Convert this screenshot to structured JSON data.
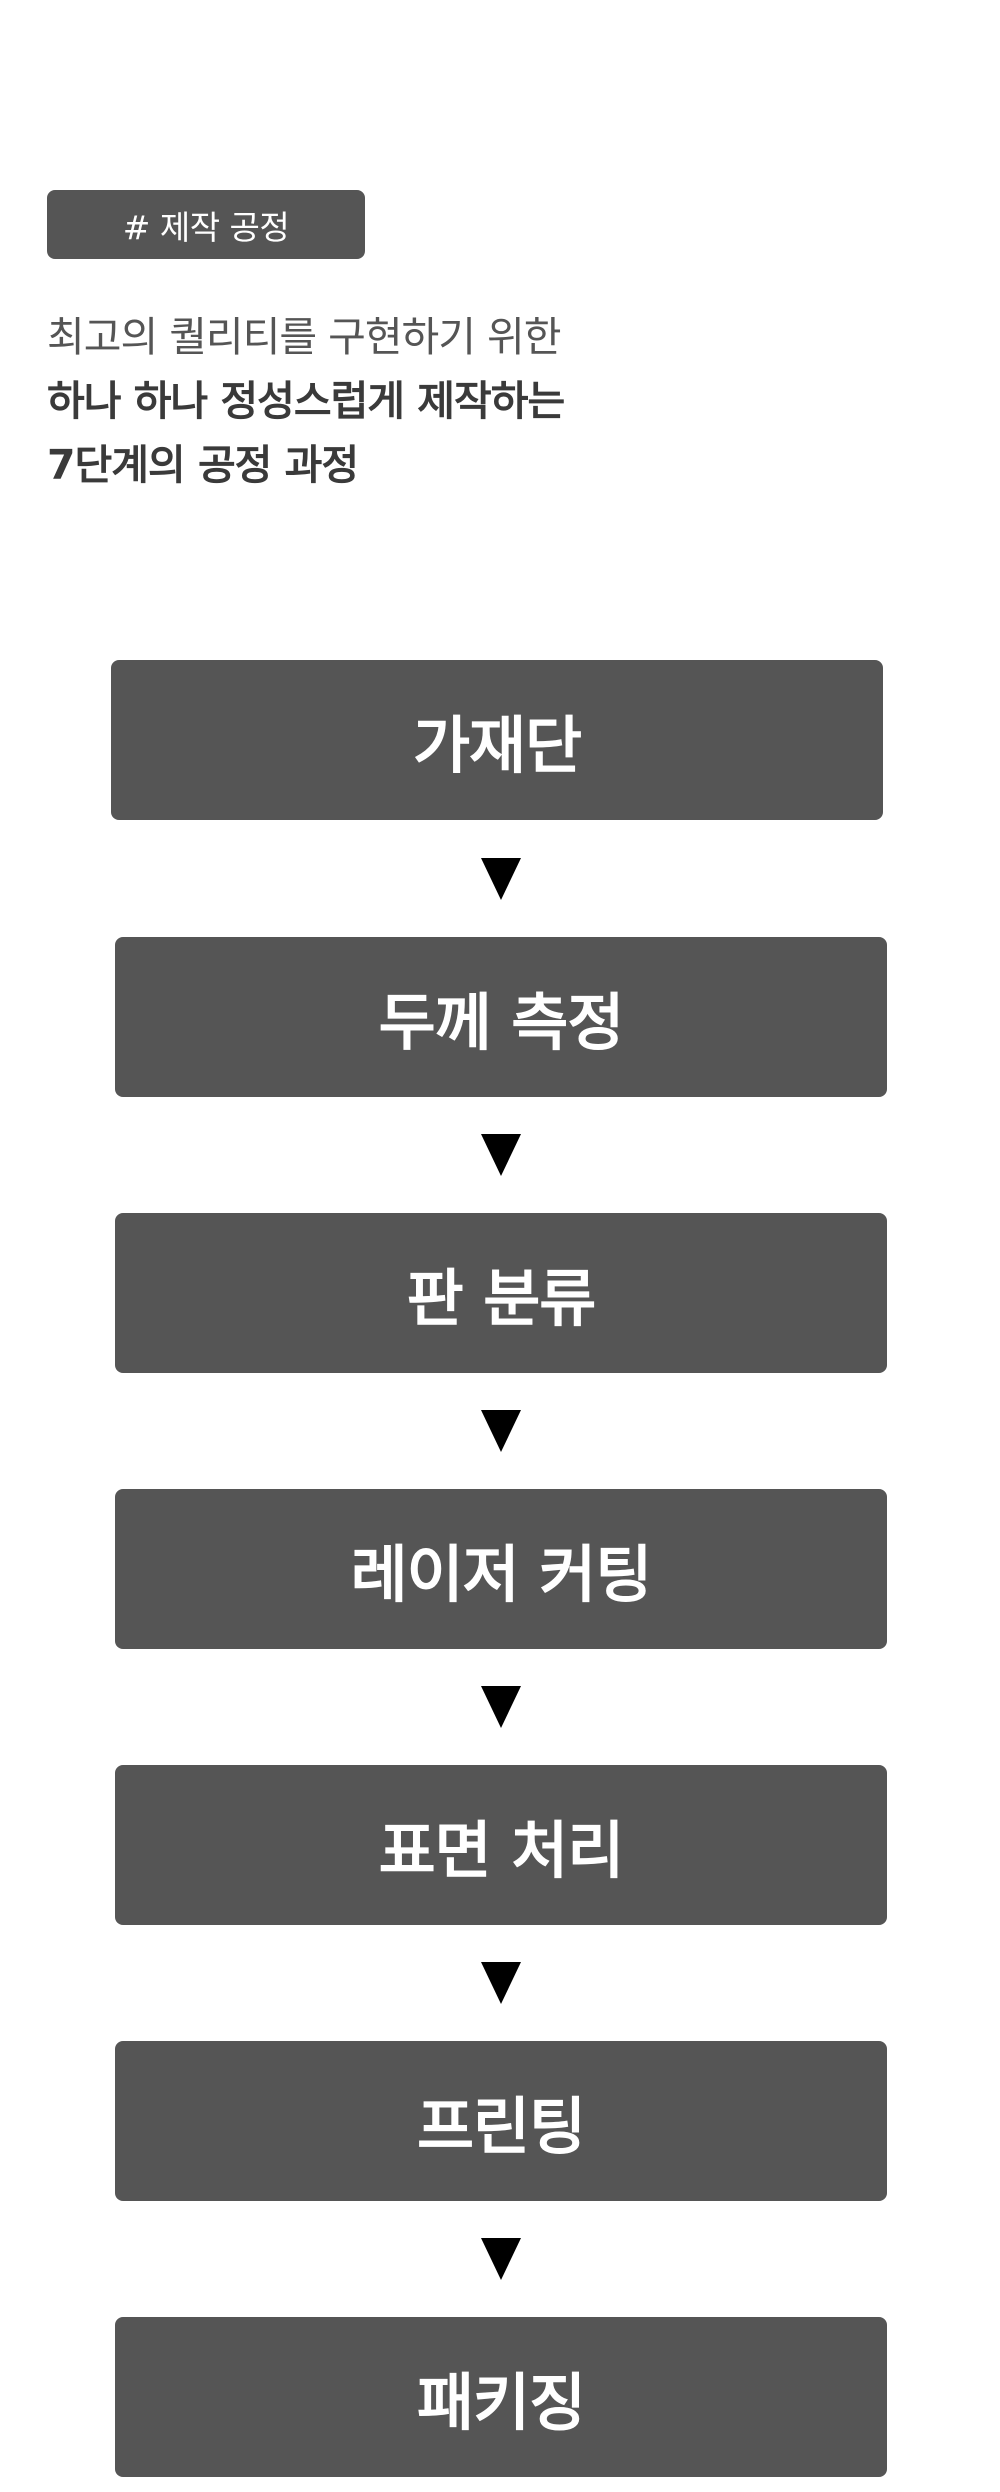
{
  "tag": {
    "label": "# 제작 공정"
  },
  "intro": {
    "line1": "최고의 퀄리티를 구현하기 위한",
    "line2": "하나 하나 정성스럽게 제작하는",
    "line3": "7단계의 공정 과정"
  },
  "steps": [
    {
      "label": "가재단"
    },
    {
      "label": "두께 측정"
    },
    {
      "label": "판 분류"
    },
    {
      "label": "레이저 커팅"
    },
    {
      "label": "표면 처리"
    },
    {
      "label": "프린팅"
    },
    {
      "label": "패키징"
    }
  ],
  "colors": {
    "box": "#555555",
    "box_text": "#ffffff",
    "arrow": "#000000",
    "heading": "#3a3a3a"
  }
}
